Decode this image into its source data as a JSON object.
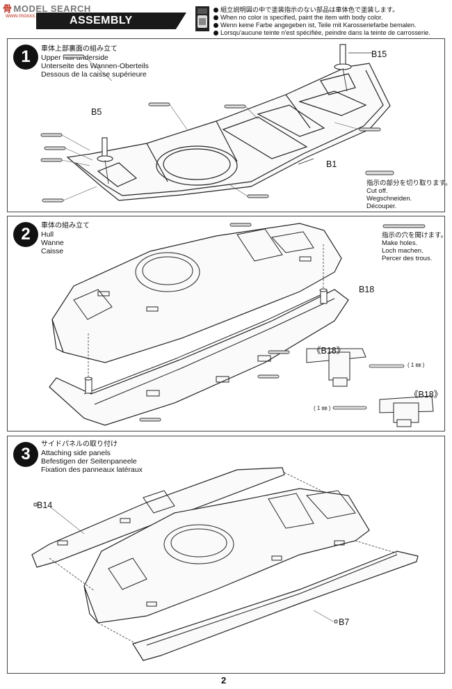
{
  "header": {
    "watermark_cjk": "骨",
    "watermark_brand": "MODEL SEARCH",
    "watermark_site": "www.moxxx.com",
    "section_title": "ASSEMBLY",
    "paint_notes": [
      "組立説明図の中で塗装指示のない部品は車体色で塗装します。",
      "When no color is specified, paint the item with body color.",
      "Wenn keine Farbe angegeben ist, Teile mit Karosseriefarbe bemalen.",
      "Lorsqu'aucune teinte n'est spécifiée, peindre dans la teinte de carrosserie."
    ]
  },
  "steps": [
    {
      "number": "1",
      "titles": [
        "車体上部裏面の組み立て",
        "Upper hull underside",
        "Unterseite des Wannen-Oberteils",
        "Dessous de la caisse supérieure"
      ],
      "labels": {
        "b15": "B15",
        "b5": "B5",
        "b1": "B1"
      },
      "note": [
        "指示の部分を切り取ります。",
        "Cut off.",
        "Wegschneiden.",
        "Découper."
      ]
    },
    {
      "number": "2",
      "titles": [
        "車体の組み立て",
        "Hull",
        "Wanne",
        "Caisse"
      ],
      "labels": {
        "b18": "B18",
        "b18_detail_a": "《B18》",
        "b18_detail_b": "《B18》",
        "hole_a": "( 1 ㎜ )",
        "hole_b": "( 1 ㎜ )"
      },
      "note": [
        "指示の穴を開けます。",
        "Make holes.",
        "Loch machen.",
        "Percer des trous."
      ]
    },
    {
      "number": "3",
      "titles": [
        "サイドパネルの取り付け",
        "Attaching side panels",
        "Befestigen der Seitenpaneele",
        "Fixation des panneaux latéraux"
      ],
      "labels": {
        "b14": "B14",
        "b7": "B7"
      }
    }
  ],
  "page_number": "2"
}
